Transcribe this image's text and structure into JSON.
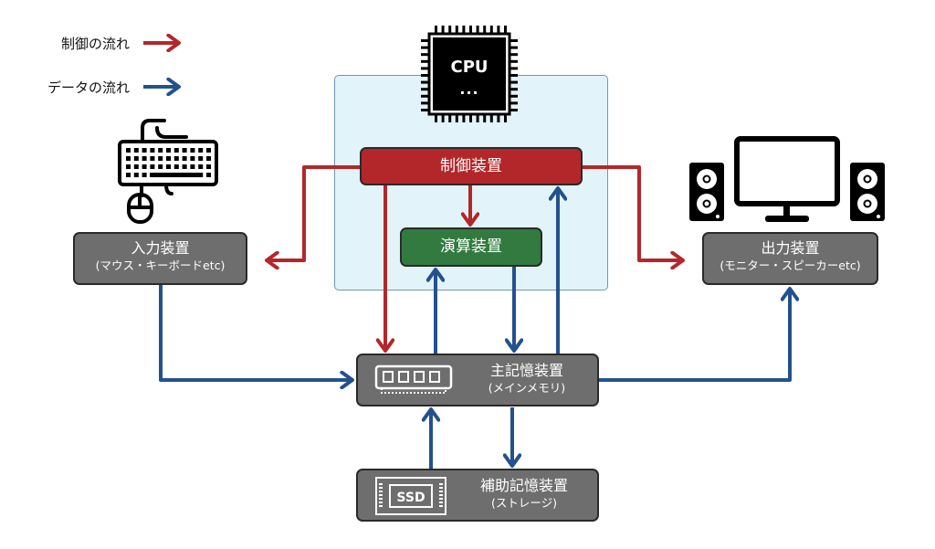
{
  "legend": {
    "control_flow_label": "制御の流れ",
    "data_flow_label": "データの流れ",
    "control_color": "#b3272a",
    "data_color": "#23518e"
  },
  "cpu": {
    "chip_label": "CPU",
    "chip_sublabel": "...",
    "control_unit": "制御装置",
    "alu": "演算装置"
  },
  "input_device": {
    "title": "入力装置",
    "subtitle": "(マウス・キーボードetc)",
    "icon": "keyboard-mouse-icon"
  },
  "output_device": {
    "title": "出力装置",
    "subtitle": "(モニター・スピーカーetc)",
    "icon": "monitor-speakers-icon"
  },
  "main_memory": {
    "title": "主記憶装置",
    "subtitle": "(メインメモリ)",
    "icon": "ram-icon"
  },
  "storage": {
    "title": "補助記憶装置",
    "subtitle": "(ストレージ)",
    "icon": "ssd-icon",
    "icon_text": "SSD"
  },
  "colors": {
    "box_gray": "#6e6e6e",
    "control_box": "#b3272a",
    "alu_box": "#327a3f",
    "cpu_area": "#e2f3f9"
  }
}
